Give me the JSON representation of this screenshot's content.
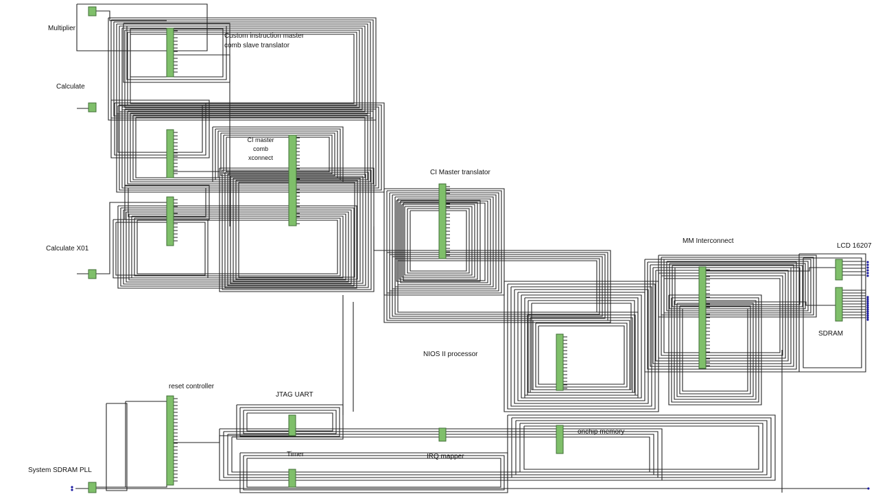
{
  "colors": {
    "block_fill": "#7fbf6a",
    "block_stroke": "#3f6e35",
    "wire": "#222222",
    "port": "#1a1aa0",
    "background": "#ffffff"
  },
  "labels": {
    "multiplier": "Multiplier",
    "calculate": "Calculate",
    "calculate_x01": "Calculate X01",
    "custom_instruction_line1": "Custom instruction master",
    "custom_instruction_line2": "comb slave translator",
    "ci_master_comb_line1": "CI master",
    "ci_master_comb_line2": "comb",
    "ci_master_comb_line3": "xconnect",
    "ci_master_translator": "CI Master translator",
    "mm_interconnect": "MM Interconnect",
    "lcd": "LCD 16207",
    "sdram": "SDRAM",
    "nios": "NIOS II processor",
    "reset_controller": "reset controller",
    "jtag_uart": "JTAG UART",
    "timer": "Timer",
    "irq_mapper": "IRQ mapper",
    "onchip_memory": "onchip memory",
    "system_sdram_pll": "System SDRAM PLL"
  }
}
